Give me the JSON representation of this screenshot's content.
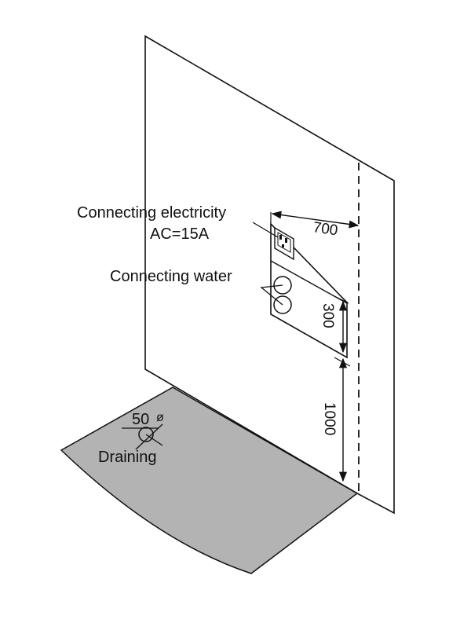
{
  "labels": {
    "electricity": "Connecting electricity",
    "current": "AC=15A",
    "water": "Connecting water",
    "drain_size": "50",
    "drain_symbol": "ø",
    "draining": "Draining"
  },
  "dimensions": {
    "horizontal": "700",
    "water_height": "300",
    "outlet_height": "1000"
  },
  "colors": {
    "floor": "#b3b3b3",
    "lines": "#111111",
    "wall": "#ffffff"
  }
}
